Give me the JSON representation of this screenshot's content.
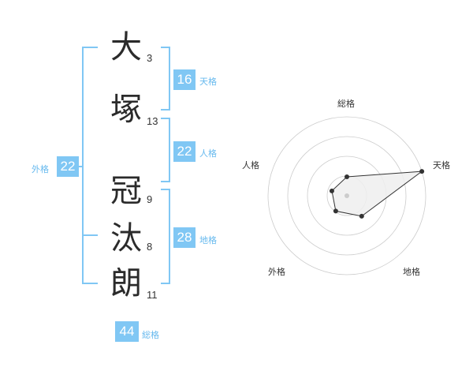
{
  "name_chars": [
    {
      "char": "大",
      "strokes": "3"
    },
    {
      "char": "塚",
      "strokes": "13"
    },
    {
      "char": "冠",
      "strokes": "9"
    },
    {
      "char": "汰",
      "strokes": "8"
    },
    {
      "char": "朗",
      "strokes": "11"
    }
  ],
  "fortunes": {
    "tenkaku": {
      "label": "天格",
      "value": "16"
    },
    "jinkaku": {
      "label": "人格",
      "value": "22"
    },
    "chikaku": {
      "label": "地格",
      "value": "28"
    },
    "gaikaku": {
      "label": "外格",
      "value": "22"
    },
    "soukaku": {
      "label": "総格",
      "value": "44"
    }
  },
  "chart_data": {
    "type": "radar",
    "axes": [
      "総格",
      "天格",
      "地格",
      "外格",
      "人格"
    ],
    "values": [
      1.2,
      5.0,
      1.6,
      1.2,
      1.0
    ],
    "max": 5,
    "rings": 4,
    "colors": {
      "fill": "#eeeeee",
      "stroke": "#333333",
      "grid": "#cccccc",
      "center": "#cccccc"
    }
  }
}
